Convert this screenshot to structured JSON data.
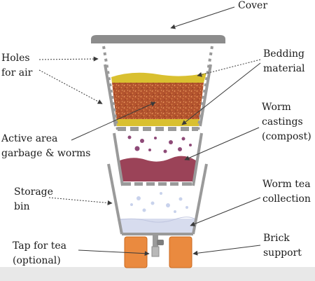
{
  "labels": {
    "cover": "Cover",
    "holes": [
      "Holes",
      "for air"
    ],
    "bedding": [
      "Bedding",
      "material"
    ],
    "castings": [
      "Worm",
      "castings",
      "(compost)"
    ],
    "active": [
      "Active area",
      "garbage & worms"
    ],
    "storage": [
      "Storage",
      "bin"
    ],
    "tea_collection": [
      "Worm tea",
      "collection"
    ],
    "tap": [
      "Tap for tea",
      "(optional)"
    ],
    "brick": [
      "Brick",
      "support"
    ]
  },
  "colors": {
    "bin_wall": "#9a9a9a",
    "cover": "#8c8c8c",
    "bedding": "#d9c030",
    "active_soil": "#b3542e",
    "castings": "#9b4358",
    "tea": "#d7dcee",
    "brick": "#ea8a3f",
    "ground": "#e8e8e8",
    "arrow": "#3a3a3a"
  }
}
